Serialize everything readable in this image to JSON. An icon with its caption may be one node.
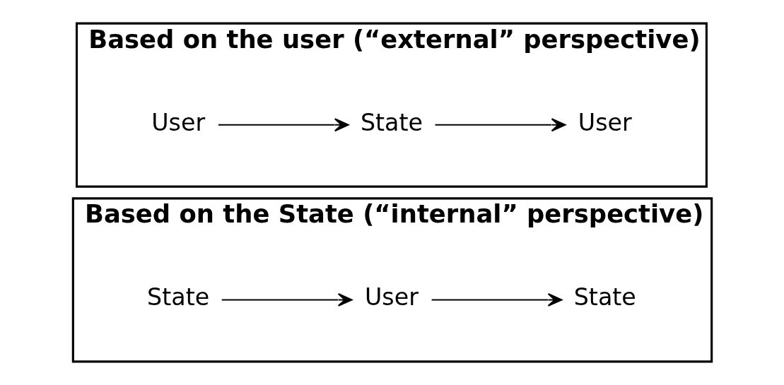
{
  "diagram": {
    "nodes": [
      {
        "text": [
          "Based on the State (“internal” perspective)"
        ]
      },
      {
        "text": [
          "State"
        ],
        "in": 0
      },
      {
        "text": [
          "User"
        ],
        "in": 0
      },
      {
        "text": [
          "State"
        ],
        "in": 0
      },
      {
        "text": [
          "Based on the user (“external” perspective)"
        ]
      },
      {
        "text": [
          "User"
        ],
        "in": 4
      },
      {
        "text": [
          "State"
        ],
        "in": 4
      },
      {
        "text": [
          "User"
        ],
        "in": 4
      }
    ],
    "edges": [
      {
        "from": 1,
        "to": 2,
        "arrow": "to"
      },
      {
        "from": 2,
        "to": 3,
        "arrow": "to"
      },
      {
        "from": 5,
        "to": 6,
        "arrow": "to"
      },
      {
        "from": 6,
        "to": 7,
        "arrow": "to"
      }
    ]
  }
}
